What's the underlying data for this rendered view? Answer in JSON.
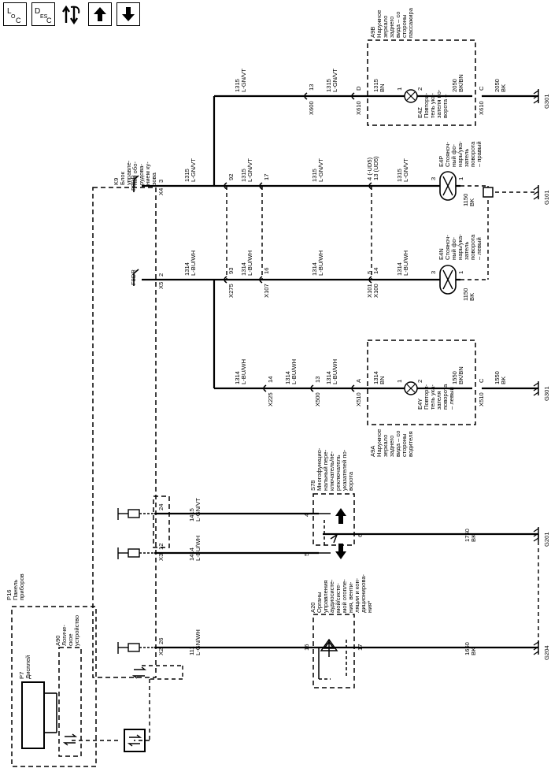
{
  "toolbar": {
    "buttons": [
      {
        "id": "loc",
        "label": "LOC",
        "icon": "loc-icon"
      },
      {
        "id": "desc",
        "label": "DESC",
        "icon": "desc-icon"
      },
      {
        "id": "toggle",
        "label": "",
        "icon": "swap-arrows-icon"
      },
      {
        "id": "up",
        "label": "",
        "icon": "arrow-up-icon"
      },
      {
        "id": "down",
        "label": "",
        "icon": "arrow-down-icon"
      }
    ]
  },
  "components": {
    "p16": {
      "ref": "P16",
      "name": [
        "Панель",
        "приборов"
      ]
    },
    "p7": {
      "ref": "P7",
      "name": [
        "Дисплей"
      ]
    },
    "a90": {
      "ref": "A90",
      "name": [
        "Логиче-",
        "ское",
        "устройство"
      ]
    },
    "k9": {
      "ref": "K9",
      "name": [
        "Блок",
        "управле-",
        "ния обо-",
        "рудова-",
        "нием ку-",
        "зова"
      ]
    },
    "a20": {
      "ref": "A20",
      "name": [
        "Органы",
        "управления",
        "аудиосисте-",
        "мой/систе-",
        "мой отопле-",
        "ния, венти-",
        "ляции и кон-",
        "диционирова-",
        "ния*"
      ]
    },
    "s78": {
      "ref": "S78",
      "name": [
        "Многофункцио-",
        "нальный пере-",
        "ключатель/пе-",
        "реключатель",
        "указателей по-",
        "ворота"
      ]
    },
    "a9a": {
      "ref": "A9A",
      "name": [
        "Наружное",
        "зеркало",
        "заднего",
        "вида – со",
        "стороны",
        "водителя"
      ]
    },
    "a9b": {
      "ref": "A9B",
      "name": [
        "Наружное",
        "зеркало",
        "заднего",
        "вида – со",
        "стороны",
        "пассажира"
      ]
    },
    "e4y": {
      "ref": "E4Y",
      "name": [
        "Повтори-",
        "тель ука-",
        "зателя",
        "поворота",
        "– левый"
      ]
    },
    "e4z": {
      "ref": "E4Z",
      "name": [
        "Повтори-",
        "тель ука-",
        "зателя по-",
        "ворота –",
        "правый"
      ]
    },
    "e4n": {
      "ref": "E4N",
      "name": [
        "Стояноч-",
        "ный фо-",
        "нарь/ука-",
        "затель",
        "поворота",
        "– левый"
      ]
    },
    "e4p": {
      "ref": "E4P",
      "name": [
        "Стояноч-",
        "ный фо-",
        "нарь/ука-",
        "затель",
        "поворота",
        "– правый"
      ]
    }
  },
  "labels": {
    "fbdr": "F8DR",
    "x2": "X2",
    "x3": "X3",
    "x4": "X4",
    "x5": "X5",
    "pin26": "26",
    "pin12": "12",
    "pin24": "24",
    "pin2": "2",
    "pin3": "3",
    "c16": "16",
    "c17": "17",
    "c5": "5",
    "c4": "4",
    "c6": "6",
    "w111": [
      "111",
      "L-GN/WH"
    ],
    "w1414": [
      "1414",
      "L-BU/WH"
    ],
    "w1415": [
      "1415",
      "L-GN/VT"
    ],
    "w1650": [
      "1650",
      "BK"
    ],
    "w1750": [
      "1750",
      "BK"
    ],
    "x225": "X225",
    "x500": "X500",
    "x510": "X510",
    "x275": "X275",
    "x107": "X107",
    "x101": "X101",
    "x100": "X100",
    "x600": "X600",
    "x610": "X610",
    "n14": "14",
    "n13": "13",
    "nA": "A",
    "nC": "C",
    "nD": "D",
    "n93": "93",
    "n16": "16",
    "n92": "92",
    "n17": "17",
    "n5": "5",
    "n14b": "14",
    "n4": "4 (-UD5)",
    "n13b": "13 (UD5)",
    "n1": "1",
    "n2": "2",
    "n3": "3",
    "w1314": [
      "1314",
      "L-BU/WH"
    ],
    "w1315": [
      "1315",
      "L-GN/VT"
    ],
    "w1314bn": [
      "1314",
      "BN"
    ],
    "w1315bn": [
      "1315",
      "BN"
    ],
    "w1550": [
      "1550",
      "BK/BN"
    ],
    "w1550bk": [
      "1550",
      "BK"
    ],
    "w2050": [
      "2050",
      "BK/BN"
    ],
    "w2050bk": [
      "2050",
      "BK"
    ],
    "w1150l": [
      "1150",
      "BK"
    ],
    "w1150r": [
      "1150",
      "BK"
    ],
    "g204": "G204",
    "g201": "G201",
    "g301a": "G301",
    "g101": "G101",
    "g301b": "G301"
  }
}
